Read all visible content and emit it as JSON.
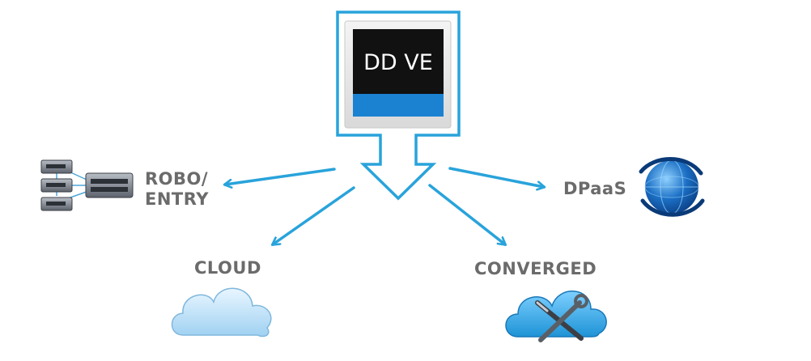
{
  "product": {
    "label": "DD VE"
  },
  "targets": {
    "robo_entry": {
      "line1": "ROBO/",
      "line2": "ENTRY",
      "icon": "servers-icon"
    },
    "dpaas": {
      "label": "DPaaS",
      "icon": "globe-icon"
    },
    "cloud": {
      "label": "CLOUD",
      "icon": "cloud-icon"
    },
    "converged": {
      "label": "CONVERGED",
      "icon": "cloud-tools-icon"
    }
  },
  "colors": {
    "accent": "#29a3db",
    "label_text": "#6b6b6b",
    "tile_dark": "#111111",
    "tile_blue": "#1b82d1",
    "tile_frame": "#e6e6e6"
  }
}
